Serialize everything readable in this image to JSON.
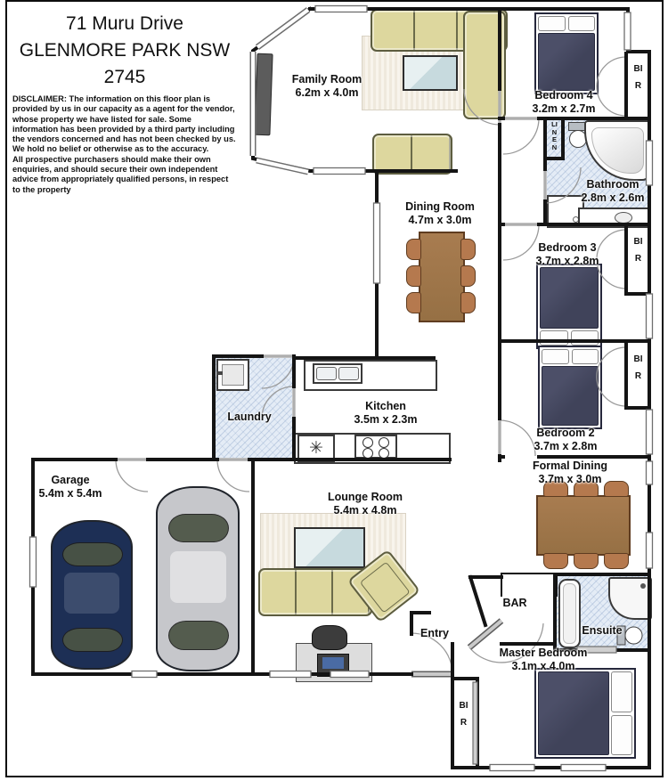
{
  "header": {
    "title": "71 Muru Drive",
    "subtitle": "GLENMORE PARK NSW 2745",
    "disclaimer_label": "DISCLAIMER:",
    "disclaimer_p1": "The information on this floor plan is provided by us in our capacity as a agent for the vendor, whose property we have listed for sale. Some information has been provided by a third party including the vendors concerned and has not been checked by us.",
    "disclaimer_p2": "We hold no belief or otherwise as to the accuracy.",
    "disclaimer_p3": "All prospective purchasers should make their own enquiries, and should secure their own independent advice from appropriately qualified persons, in respect to the property"
  },
  "rooms": [
    {
      "name": "Family Room",
      "dims": "6.2m x 4.0m"
    },
    {
      "name": "Bedroom 4",
      "dims": "3.2m x 2.7m"
    },
    {
      "name": "Bathroom",
      "dims": "2.8m x 2.6m"
    },
    {
      "name": "Dining Room",
      "dims": "4.7m x 3.0m"
    },
    {
      "name": "Bedroom 3",
      "dims": "3.7m x 2.8m"
    },
    {
      "name": "Bedroom 2",
      "dims": "3.7m x 2.8m"
    },
    {
      "name": "Laundry",
      "dims": ""
    },
    {
      "name": "Kitchen",
      "dims": "3.5m x 2.3m"
    },
    {
      "name": "Garage",
      "dims": "5.4m x 5.4m"
    },
    {
      "name": "Lounge Room",
      "dims": "5.4m x 4.8m"
    },
    {
      "name": "Formal Dining",
      "dims": "3.7m x 3.0m"
    },
    {
      "name": "BAR",
      "dims": ""
    },
    {
      "name": "Entry",
      "dims": ""
    },
    {
      "name": "Ensuite",
      "dims": ""
    },
    {
      "name": "Master Bedroom",
      "dims": "3.1m x 4.0m"
    }
  ],
  "closets": {
    "bir": "BIR",
    "linen": "LINEN"
  },
  "icons": {
    "appliance_star": "✳"
  },
  "colors": {
    "wall": "#161616",
    "sofa": "#ddd79e",
    "bed": "#40435a",
    "wood": "#9b7148",
    "wet_floor": "#e4ecf6",
    "rug": "#f3efe6",
    "glass": "#cfe0e4",
    "car_blue": "#1d2f55",
    "car_silver": "#c6c7cb"
  }
}
